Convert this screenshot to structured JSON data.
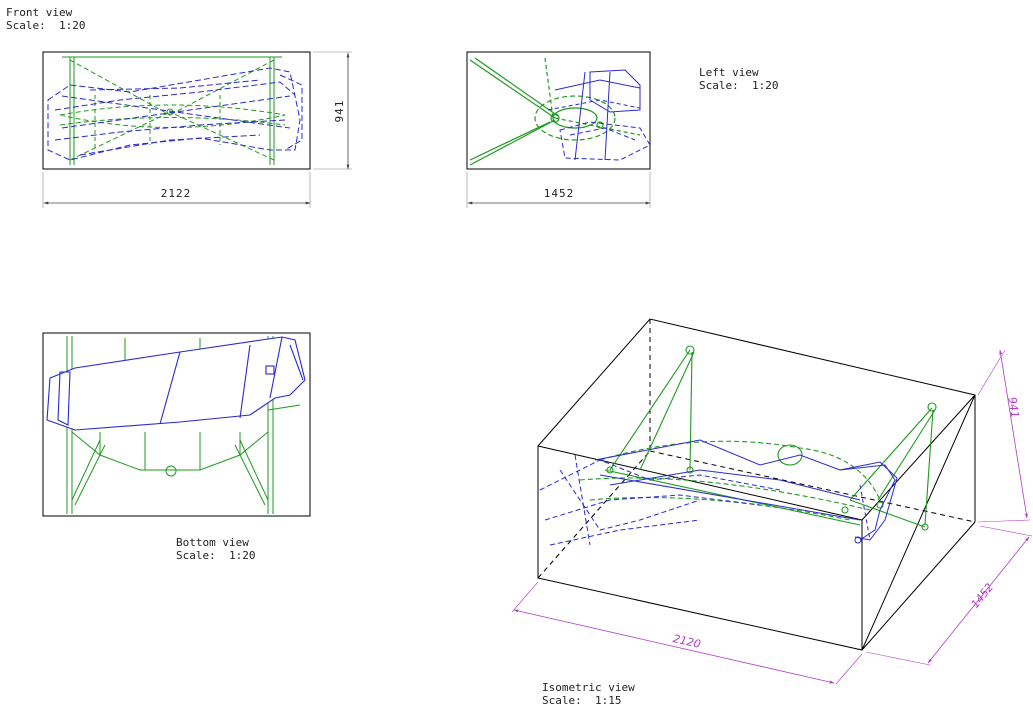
{
  "views": {
    "front": {
      "title": "Front view",
      "scale": "Scale:  1:20",
      "dim_width": "2122",
      "dim_height": "941"
    },
    "left": {
      "title": "Left view",
      "scale": "Scale:  1:20",
      "dim_width": "1452"
    },
    "bottom": {
      "title": "Bottom view",
      "scale": "Scale:  1:20"
    },
    "isometric": {
      "title": "Isometric view",
      "scale": "Scale:  1:15",
      "dim_length": "2120",
      "dim_width": "1452",
      "dim_height": "941"
    }
  },
  "colors": {
    "frame": "#000000",
    "blue_part": "#2a2ad0",
    "green_part": "#1f9a1f",
    "iso_dimension": "#b03cc4",
    "dimension": "#444444"
  }
}
